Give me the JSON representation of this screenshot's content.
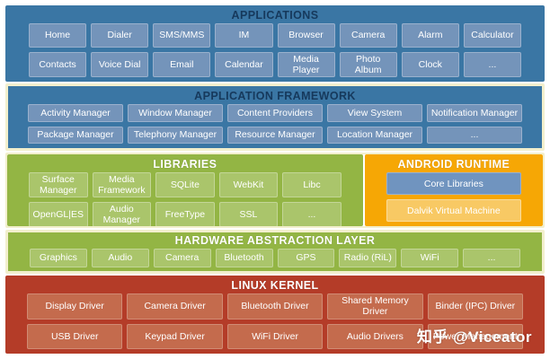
{
  "applications": {
    "title": "APPLICATIONS",
    "rows": [
      [
        "Home",
        "Dialer",
        "SMS/MMS",
        "IM",
        "Browser",
        "Camera",
        "Alarm",
        "Calculator"
      ],
      [
        "Contacts",
        "Voice Dial",
        "Email",
        "Calendar",
        "Media Player",
        "Photo Album",
        "Clock",
        "..."
      ]
    ]
  },
  "framework": {
    "title": "APPLICATION FRAMEWORK",
    "rows": [
      [
        "Activity Manager",
        "Window Manager",
        "Content Providers",
        "View System",
        "Notification Manager"
      ],
      [
        "Package Manager",
        "Telephony Manager",
        "Resource Manager",
        "Location Manager",
        "..."
      ]
    ]
  },
  "libraries": {
    "title": "LIBRARIES",
    "rows": [
      [
        "Surface Manager",
        "Media Framework",
        "SQLite",
        "WebKit",
        "Libc"
      ],
      [
        "OpenGL|ES",
        "Audio Manager",
        "FreeType",
        "SSL",
        "..."
      ]
    ]
  },
  "runtime": {
    "title": "ANDROID RUNTIME",
    "core_libraries": "Core Libraries",
    "dalvik": "Dalvik Virtual Machine"
  },
  "hal": {
    "title": "HARDWARE ABSTRACTION LAYER",
    "rows": [
      [
        "Graphics",
        "Audio",
        "Camera",
        "Bluetooth",
        "GPS",
        "Radio (RiL)",
        "WiFi",
        "..."
      ]
    ]
  },
  "kernel": {
    "title": "LINUX KERNEL",
    "rows": [
      [
        "Display Driver",
        "Camera Driver",
        "Bluetooth Driver",
        "Shared Memory Driver",
        "Binder (IPC) Driver"
      ],
      [
        "USB Driver",
        "Keypad Driver",
        "WiFi Driver",
        "Audio Drivers",
        "Power Management"
      ]
    ]
  },
  "watermark": "知乎 @Viceator",
  "colors": {
    "section_blue": "#3a76a4",
    "cell_blue": "#7494ba",
    "cream_border": "#f2efcd",
    "section_green": "#93b544",
    "cell_green": "#aac56b",
    "section_orange": "#f6a705",
    "cell_dalvik": "#f8c964",
    "cell_core_libraries": "#7094bf",
    "section_red": "#b43c28",
    "cell_red": "#c46b4d",
    "title_navy": "#16395c",
    "title_white": "#ffffff"
  }
}
